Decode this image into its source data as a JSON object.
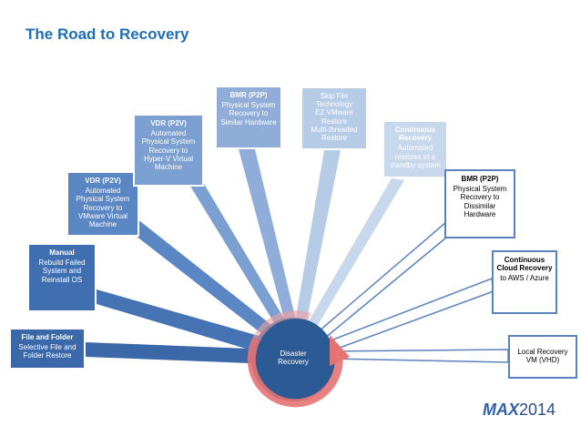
{
  "title": "The Road to Recovery",
  "center": {
    "line1": "Disaster",
    "line2": "Recovery"
  },
  "boxes": [
    {
      "heading": "File and Folder",
      "body": "Selective File and Folder Restore"
    },
    {
      "heading": "Manual",
      "body": "Rebuild Failed System and Reinstall OS"
    },
    {
      "heading": "VDR (P2V)",
      "body": "Automated Physical System Recovery to VMware Virtual Machine"
    },
    {
      "heading": "VDR (P2V)",
      "body": "Automated Physical System Recovery to Hyper-V Virtual Machine"
    },
    {
      "heading": "BMR (P2P)",
      "body": "Physical System Recovery to Similar Hardware"
    },
    {
      "heading": "Skip File Technology",
      "body": "EZ VMware Restore",
      "body2": "Multi-threaded Restore"
    },
    {
      "heading": "Continuous Recovery",
      "body": "Automated restores to a standby system"
    },
    {
      "heading": "BMR (P2P)",
      "body": "Physical System Recovery to Dissimilar Hardware"
    },
    {
      "heading": "Continuous Cloud Recovery",
      "body": "to AWS / Azure"
    },
    {
      "heading": "",
      "body": "Local Recovery VM (VHD)"
    }
  ],
  "logo": {
    "brand": "MAX",
    "year": "2014"
  },
  "colors": {
    "title": "#1f6fb5",
    "center": "#2c5a95",
    "arrow": "#e57373"
  }
}
